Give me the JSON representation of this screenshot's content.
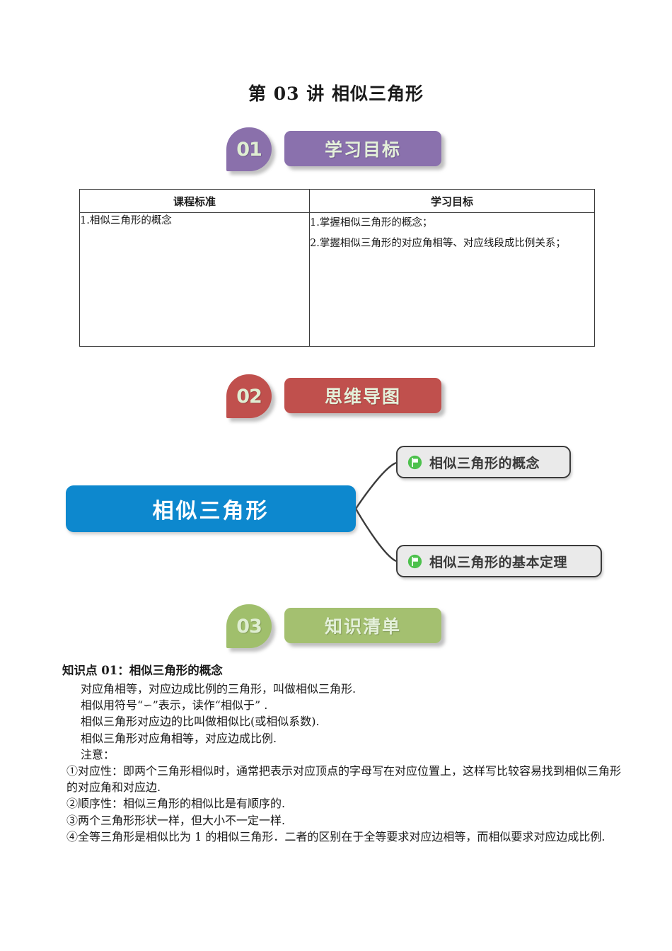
{
  "document": {
    "title": "第 03 讲  相似三角形"
  },
  "sections": [
    {
      "number": "01",
      "label": "学习目标",
      "color": "#8a71ad",
      "badge_color": "#8a70ab"
    },
    {
      "number": "02",
      "label": "思维导图",
      "color": "#c0504d",
      "badge_color": "#c0504d"
    },
    {
      "number": "03",
      "label": "知识清单",
      "color": "#a4c070",
      "badge_color": "#a0bf6c"
    }
  ],
  "objectives_table": {
    "headers": [
      "课程标准",
      "学习目标"
    ],
    "rows": [
      {
        "standard": "1.相似三角形的概念",
        "objectives": [
          "1.掌握相似三角形的概念；",
          "2.掌握相似三角形的对应角相等、对应线段成比例关系；"
        ]
      }
    ]
  },
  "mindmap": {
    "center": "相似三角形",
    "branches": [
      {
        "icon": "flag-icon",
        "label": "相似三角形的概念"
      },
      {
        "icon": "flag-icon",
        "label": "相似三角形的基本定理"
      }
    ]
  },
  "knowledge_point": {
    "heading": "知识点 01：相似三角形的概念",
    "lines": [
      "对应角相等，对应边成比例的三角形，叫做相似三角形.",
      "相似用符号“∽”表示，读作“相似于” .",
      "相似三角形对应边的比叫做相似比(或相似系数).",
      "相似三角形对应角相等，对应边成比例.",
      "注意："
    ],
    "notes": [
      "①对应性：即两个三角形相似时，通常把表示对应顶点的字母写在对应位置上，这样写比较容易找到相似三角形的对应角和对应边.",
      "②顺序性：相似三角形的相似比是有顺序的.",
      "③两个三角形形状一样，但大小不一定一样.",
      "④全等三角形是相似比为 1 的相似三角形．二者的区别在于全等要求对应边相等，而相似要求对应边成比例."
    ]
  }
}
